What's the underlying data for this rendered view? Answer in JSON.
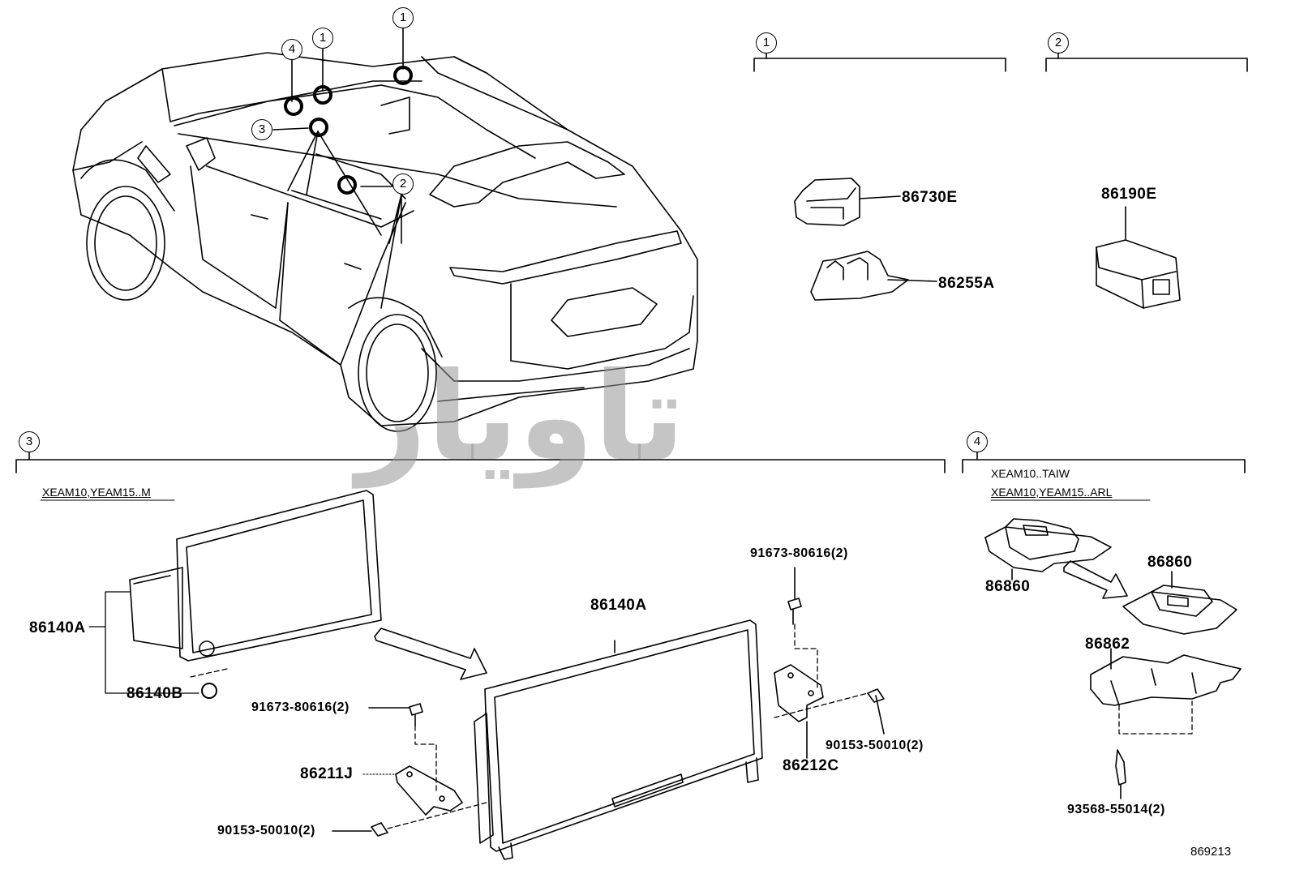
{
  "callouts": {
    "car": [
      "1",
      "4",
      "1",
      "3",
      "2"
    ],
    "sections": [
      "1",
      "2",
      "3",
      "4"
    ]
  },
  "section1": {
    "parts": [
      "86730E",
      "86255A"
    ]
  },
  "section2": {
    "parts": [
      "86190E"
    ]
  },
  "section3": {
    "condition": "XEAM10,YEAM15..M",
    "parts": {
      "display_left": "86140A",
      "cap": "86140B",
      "display_main": "86140A",
      "bolt_top_right": "91673-80616(2)",
      "bolt_left": "91673-80616(2)",
      "bracket_left": "86211J",
      "bracket_right": "86212C",
      "screw_right": "90153-50010(2)",
      "screw_left": "90153-50010(2)"
    }
  },
  "section4": {
    "conditions": [
      "XEAM10..TAIW",
      "XEAM10,YEAM15..ARL"
    ],
    "parts": {
      "module_old": "86860",
      "module_new": "86860",
      "bracket": "86862",
      "screw": "93568-55014(2)"
    }
  },
  "watermark": "تاویار",
  "ref_number": "869213",
  "colors": {
    "line": "#000000",
    "watermark": "#969696"
  }
}
